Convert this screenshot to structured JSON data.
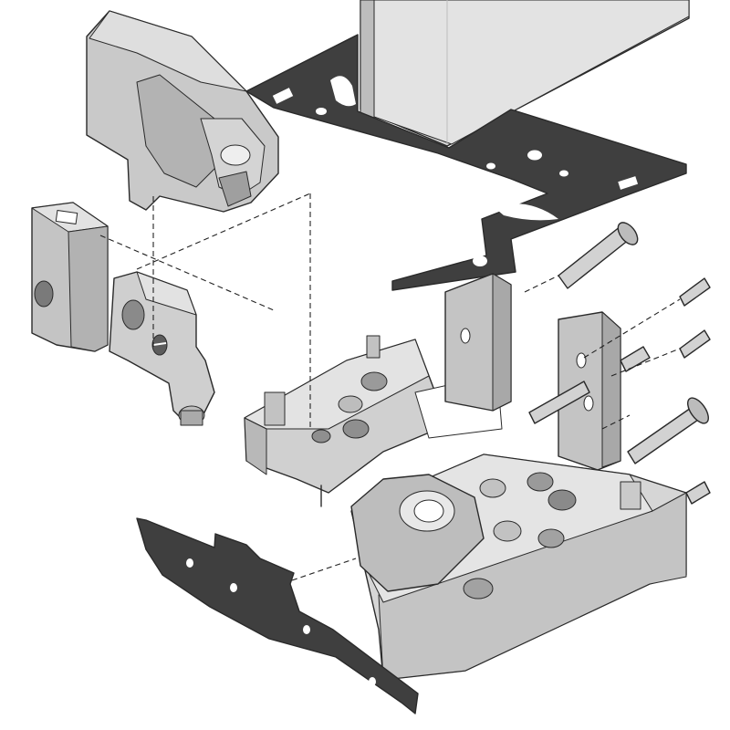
{
  "figure": {
    "kind": "exploded-assembly-drawing",
    "labels": [],
    "colors": {
      "background": "#ffffff",
      "plastic_light": "#e6e6e6",
      "plastic_mid": "#c9c9c9",
      "plastic_dark": "#a9a9a9",
      "gasket": "#3f3f3f",
      "screw": "#cfcfcf",
      "outline": "#2a2a2a"
    },
    "parts": [
      "upper-housing-cap",
      "side-end-cap",
      "hinge-arm",
      "vertical-profile",
      "top-gasket",
      "lower-gasket-strip",
      "upper-base-plate",
      "lower-base-block",
      "mounting-bracket-left",
      "mounting-bracket-right",
      "countersunk-screws"
    ]
  }
}
